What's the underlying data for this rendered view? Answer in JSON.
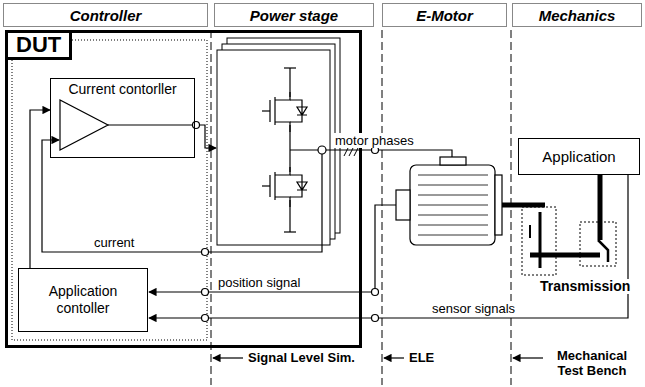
{
  "diagram": {
    "nodes": [
      {
        "text": [
          "Controller"
        ]
      },
      {
        "text": [
          "Power stage"
        ]
      },
      {
        "text": [
          "E-Motor"
        ]
      },
      {
        "text": [
          "Mechanics"
        ]
      },
      {
        "text": [
          "DUT"
        ]
      },
      {
        "text": [
          "Current contorller"
        ],
        "in": 4
      },
      {
        "text": [
          "Application contoller"
        ],
        "in": 4
      },
      {
        "text": [
          "Application"
        ]
      }
    ],
    "edges": [
      {
        "from": 6,
        "to": 5,
        "arrow": "to"
      }
    ],
    "labels": [
      "motor phases",
      "current",
      "position signal",
      "sensor signals",
      "Transmission",
      "Signal Level Sim.",
      "ELE",
      "Mechanical Test Bench"
    ]
  }
}
